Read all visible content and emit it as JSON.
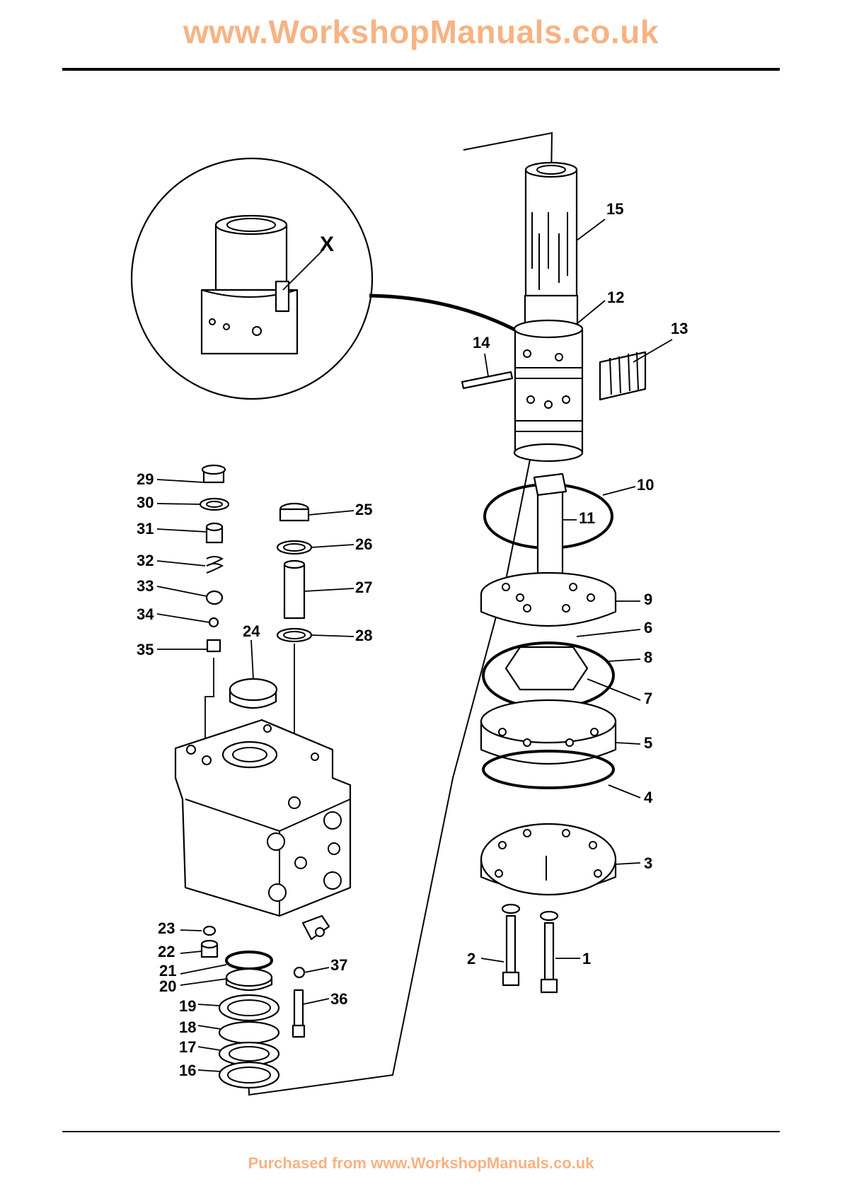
{
  "header": {
    "watermark": "www.WorkshopManuals.co.uk"
  },
  "footer": {
    "purchase_note": "Purchased from www.WorkshopManuals.co.uk"
  },
  "detail_callout": "X",
  "callouts": [
    "1",
    "2",
    "3",
    "4",
    "5",
    "6",
    "7",
    "8",
    "9",
    "10",
    "11",
    "12",
    "13",
    "14",
    "15",
    "16",
    "17",
    "18",
    "19",
    "20",
    "21",
    "22",
    "23",
    "24",
    "25",
    "26",
    "27",
    "28",
    "29",
    "30",
    "31",
    "32",
    "33",
    "34",
    "35",
    "36",
    "37"
  ]
}
